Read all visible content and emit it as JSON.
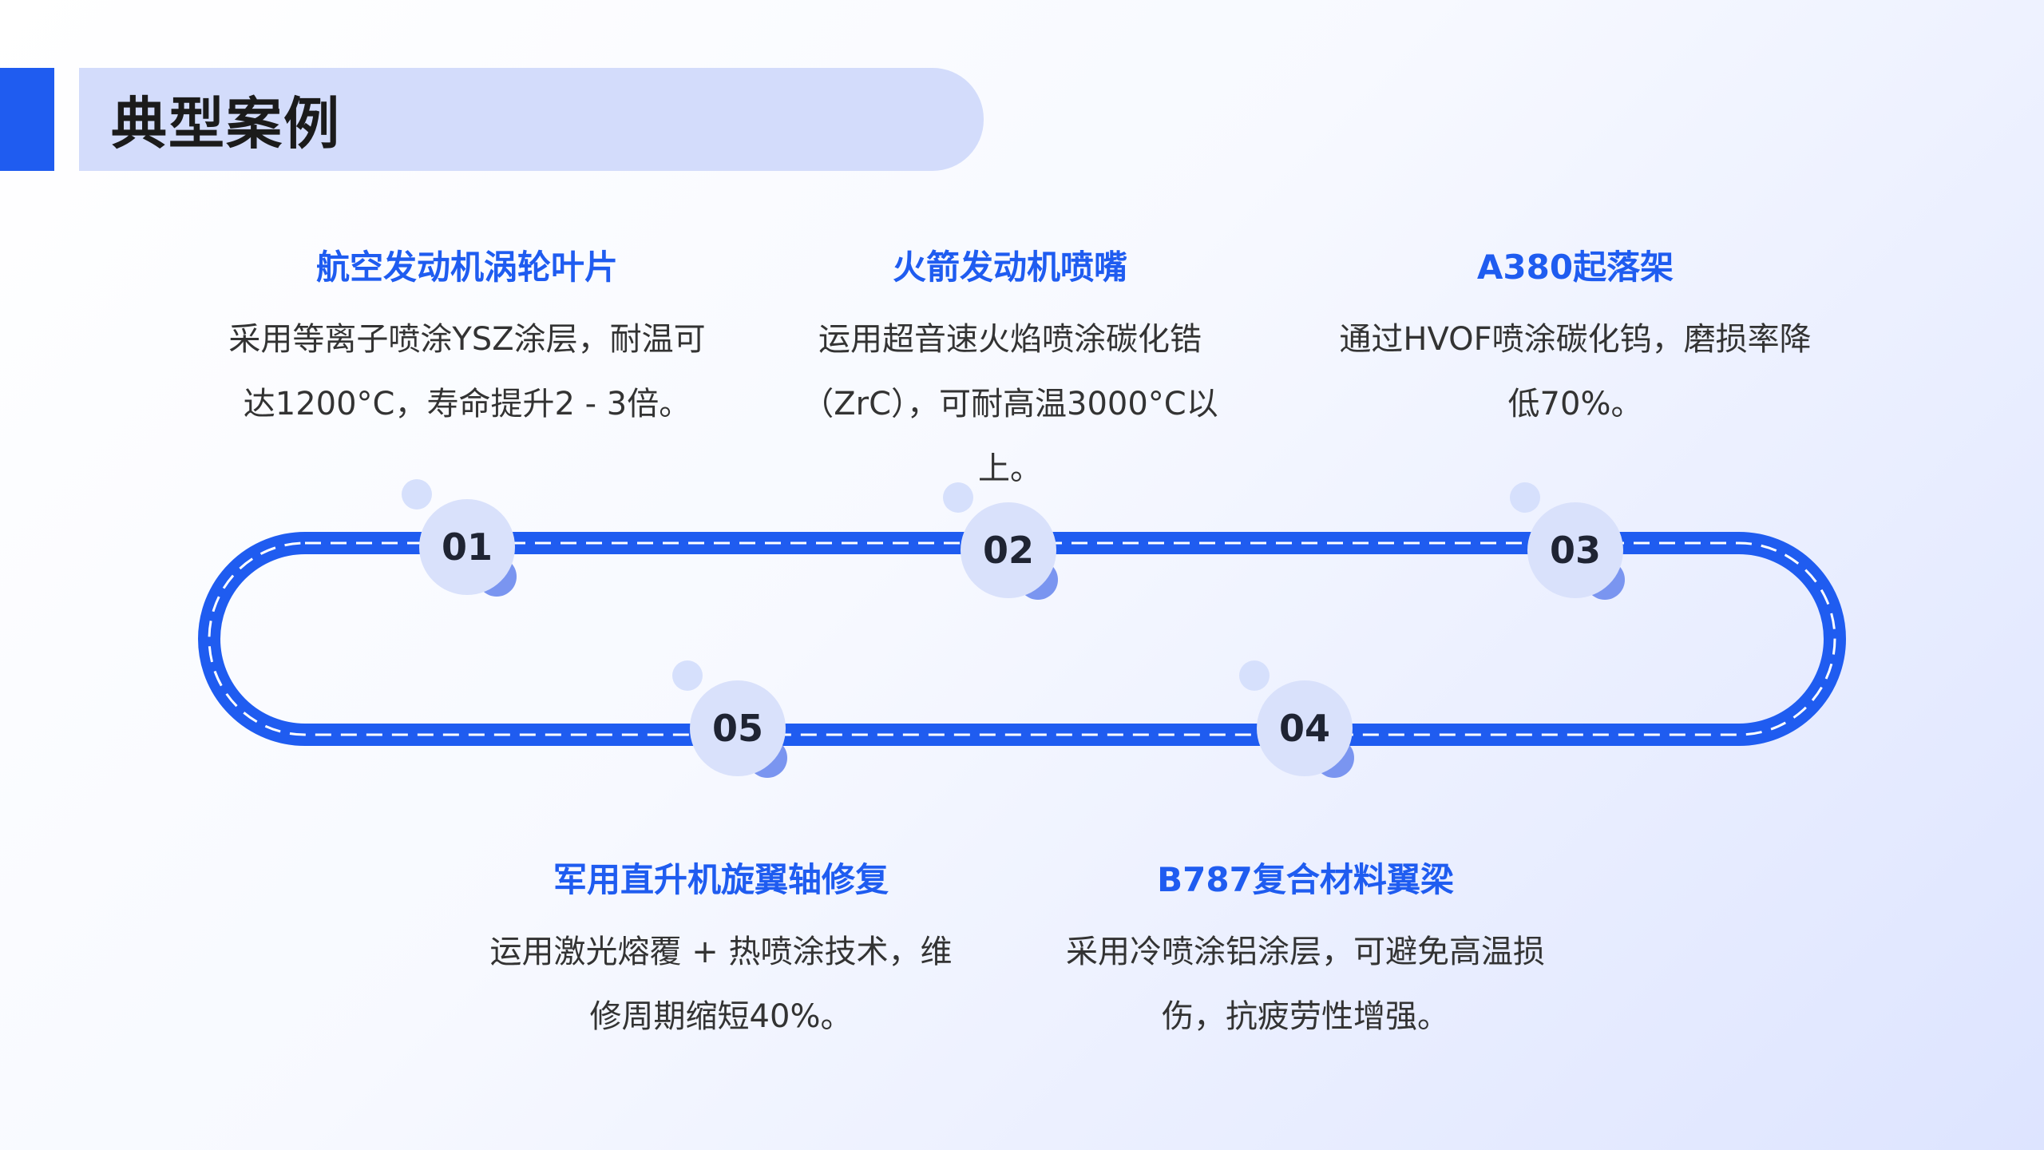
{
  "header": {
    "title": "典型案例"
  },
  "colors": {
    "accent": "#1f5cf0",
    "title_bg": "#d3dcfb",
    "step_circle": "#d9e1fb",
    "step_dot_light": "#d6e0fc",
    "step_dot_dark": "#7a95f0",
    "text": "#333333"
  },
  "cases": [
    {
      "number": "01",
      "title": "航空发动机涡轮叶片",
      "desc": "采用等离子喷涂YSZ涂层，耐温可达1200°C，寿命提升2 - 3倍。"
    },
    {
      "number": "02",
      "title": "火箭发动机喷嘴",
      "desc": "运用超音速火焰喷涂碳化锆（ZrC），可耐高温3000°C以上。"
    },
    {
      "number": "03",
      "title": "A380起落架",
      "desc": "通过HVOF喷涂碳化钨，磨损率降低70%。"
    },
    {
      "number": "04",
      "title": "B787复合材料翼梁",
      "desc": "采用冷喷涂铝涂层，可避免高温损伤，抗疲劳性增强。"
    },
    {
      "number": "05",
      "title": "军用直升机旋翼轴修复",
      "desc": "运用激光熔覆 + 热喷涂技术，维修周期缩短40%。"
    }
  ]
}
